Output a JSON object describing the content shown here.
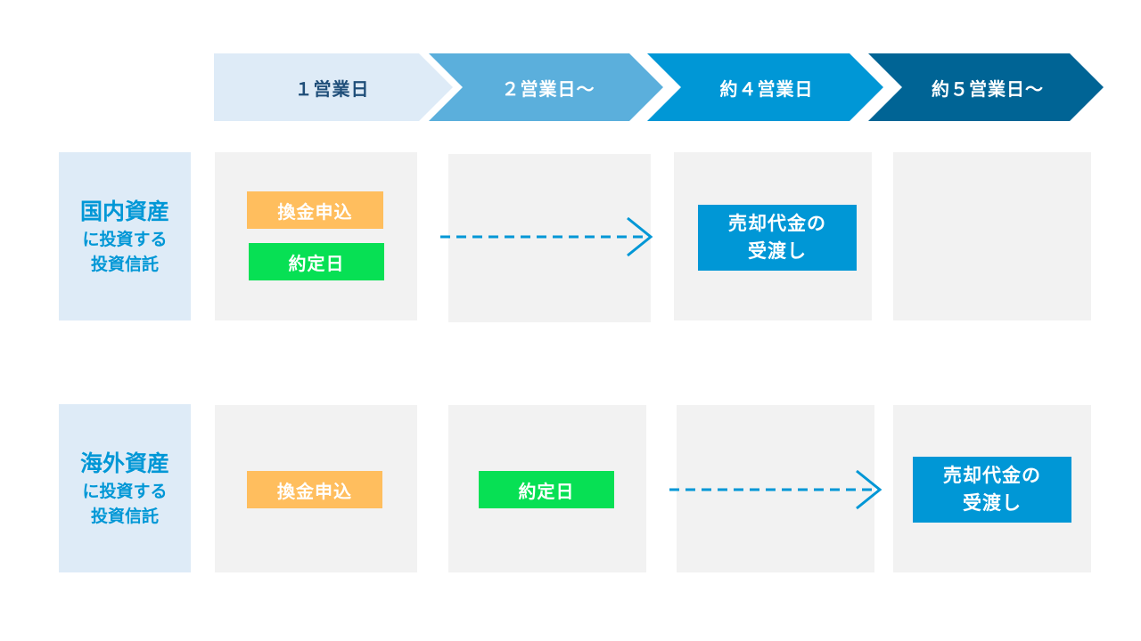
{
  "colors": {
    "step1": "#deebf7",
    "step2": "#5bafdc",
    "step3": "#0097d6",
    "step4": "#006495",
    "row_label_bg": "#deebf7",
    "row_label_text": "#0097d6",
    "cell_bg": "#f2f2f2",
    "orange": "#ffbe5e",
    "green": "#07e054",
    "blue": "#0097d6",
    "arrow": "#0097d6"
  },
  "steps": [
    {
      "label": "１営業日"
    },
    {
      "label": "２営業日～"
    },
    {
      "label": "約４営業日"
    },
    {
      "label": "約５営業日～"
    }
  ],
  "rows": [
    {
      "label_main": "国内資産",
      "label_sub1": "に投資する",
      "label_sub2": "投資信託",
      "application": "換金申込",
      "contract": "約定日",
      "settlement_line1": "売却代金の",
      "settlement_line2": "受渡し"
    },
    {
      "label_main": "海外資産",
      "label_sub1": "に投資する",
      "label_sub2": "投資信託",
      "application": "換金申込",
      "contract": "約定日",
      "settlement_line1": "売却代金の",
      "settlement_line2": "受渡し"
    }
  ]
}
